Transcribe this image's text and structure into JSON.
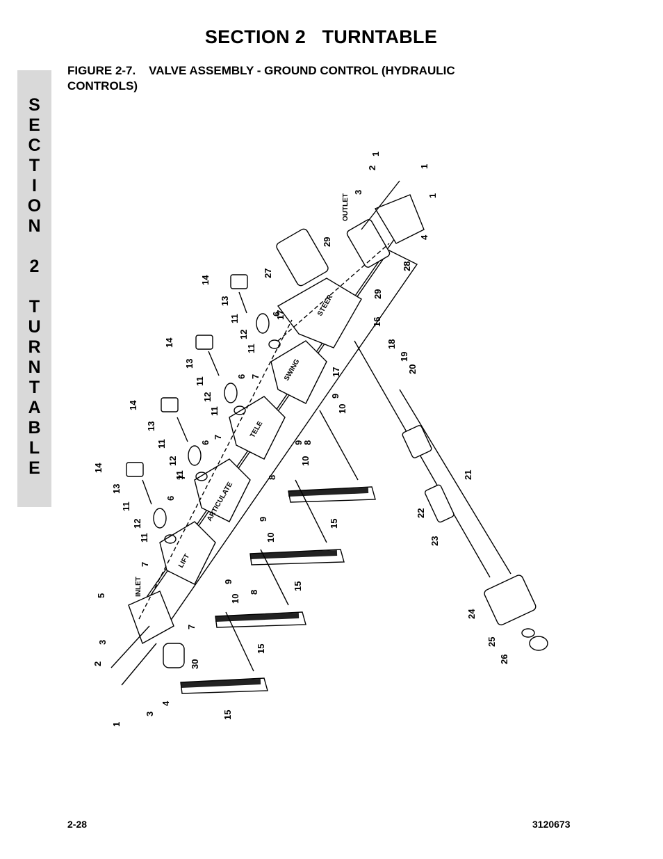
{
  "header": {
    "section_title": "SECTION 2   TURNTABLE"
  },
  "side_tab": {
    "letters": [
      "S",
      "E",
      "C",
      "T",
      "I",
      "O",
      "N",
      "",
      "2",
      "",
      "T",
      "U",
      "R",
      "N",
      "T",
      "A",
      "B",
      "L",
      "E"
    ]
  },
  "figure": {
    "label": "FIGURE 2-7.",
    "title": "VALVE ASSEMBLY - GROUND CONTROL (HYDRAULIC CONTROLS)",
    "section_words": [
      "STEER",
      "SWING",
      "TELE",
      "ARTICULATE",
      "LIFT"
    ],
    "port_words": [
      "OUTLET",
      "INLET"
    ],
    "part_callouts": [
      "1",
      "1",
      "1",
      "2",
      "3",
      "4",
      "28",
      "29",
      "29",
      "27",
      "16",
      "17",
      "18",
      "19",
      "20",
      "14",
      "13",
      "11",
      "12",
      "11",
      "6",
      "17",
      "7",
      "9",
      "10",
      "14",
      "13",
      "11",
      "12",
      "11",
      "6",
      "7",
      "9",
      "10",
      "8",
      "15",
      "14",
      "13",
      "11",
      "12",
      "11",
      "6",
      "7",
      "9",
      "10",
      "8",
      "15",
      "21",
      "22",
      "23",
      "14",
      "13",
      "11",
      "12",
      "11",
      "6",
      "7",
      "9",
      "10",
      "8",
      "15",
      "5",
      "7",
      "3",
      "2",
      "1",
      "3",
      "4",
      "30",
      "15",
      "24",
      "25",
      "26"
    ]
  },
  "footer": {
    "page_number": "2-28",
    "doc_number": "3120673"
  }
}
